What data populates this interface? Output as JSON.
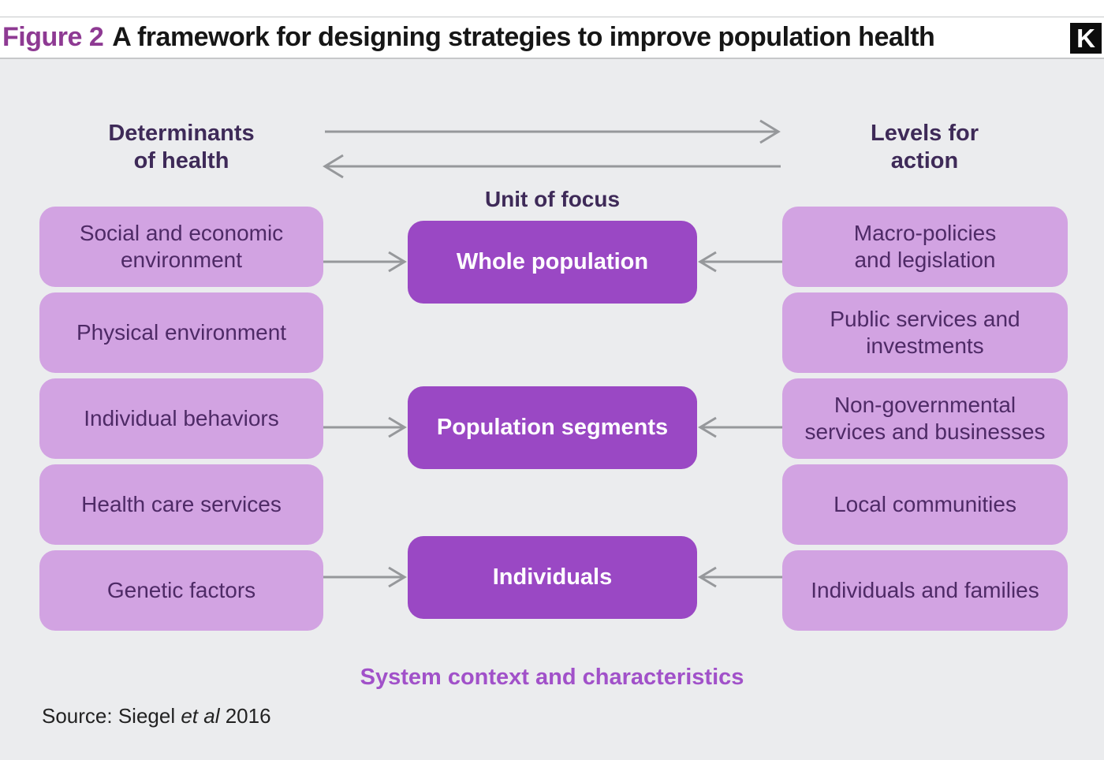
{
  "header": {
    "figure_label": "Figure 2",
    "title": "A framework for designing strategies to improve population health",
    "logo_letter": "K"
  },
  "diagram": {
    "left_column": {
      "header": "Determinants\nof health",
      "items": [
        "Social and economic\nenvironment",
        "Physical environment",
        "Individual behaviors",
        "Health care services",
        "Genetic factors"
      ]
    },
    "center_column": {
      "header": "Unit of focus",
      "items": [
        "Whole population",
        "Population segments",
        "Individuals"
      ]
    },
    "right_column": {
      "header": "Levels for\naction",
      "items": [
        "Macro-policies\nand legislation",
        "Public services and\ninvestments",
        "Non-governmental\nservices and businesses",
        "Local communities",
        "Individuals and families"
      ]
    },
    "footer_note": "System context and characteristics"
  },
  "source": {
    "prefix": "Source: Siegel ",
    "italic": "et al",
    "suffix": " 2016"
  },
  "colors": {
    "content_background": "#ebecee",
    "light_box": "#d2a3e2",
    "dark_box": "#9a48c4",
    "box_text_dark_purple": "#4e2a66",
    "column_header_text": "#3e2a58",
    "figure_label_purple": "#8e3a93",
    "footer_note_purple": "#a151c9",
    "arrow_gray": "#96989b",
    "logo_background": "#0d0d0d"
  }
}
